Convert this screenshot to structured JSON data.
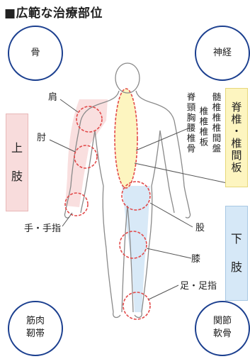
{
  "title": "■広範な治療部位",
  "corners": {
    "top_left": "骨",
    "top_right": "神経",
    "bottom_left": "筋肉\n靭帯",
    "bottom_right": "関節\n軟骨"
  },
  "side_boxes": {
    "upper_limb": "上\n\n肢",
    "spine": "脊椎・椎間板",
    "lower_limb": "下\n\n肢"
  },
  "body_parts": {
    "shoulder": "肩",
    "elbow": "肘",
    "hand": "手・手指",
    "hip": "股",
    "knee": "膝",
    "foot": "足・足指"
  },
  "spine_columns": [
    "脊頸胸腰椎骨",
    "髄椎椎椎間盤"
  ],
  "spine_column_middle": "椎椎椎板",
  "colors": {
    "circle_border": "#1b3f8f",
    "upper_limb_fill": "#f8dcdc",
    "spine_fill": "#fdf5c0",
    "lower_limb_fill": "#d6e8f7",
    "highlight_ring": "#e24a4a",
    "body_outline": "#7a7a7a"
  }
}
